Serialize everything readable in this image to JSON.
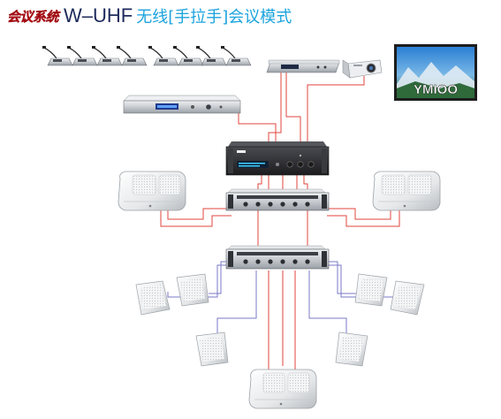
{
  "header": {
    "brand_text": "会议系统",
    "model_text": "W–UHF",
    "title_text": "无线[手拉手]会议模式"
  },
  "screen": {
    "logo_text": "YMIOO"
  },
  "processor": {
    "display_line1": "",
    "display_line2": ""
  },
  "colors": {
    "signal_line": "#e0463c",
    "speaker_line": "#7a7ac8",
    "title_blue": "#1aa3dd",
    "brand_red": "#e21a22",
    "device_dark": "#2b2b2e",
    "device_silver": "#c9ccd0"
  },
  "icons": {
    "microphone": "gooseneck-microphone-icon",
    "projector": "projector-icon",
    "screen": "projection-screen-icon",
    "receiver": "wireless-receiver-icon",
    "processor": "audio-processor-icon",
    "amplifier": "power-amplifier-icon",
    "speaker": "speaker-icon"
  }
}
